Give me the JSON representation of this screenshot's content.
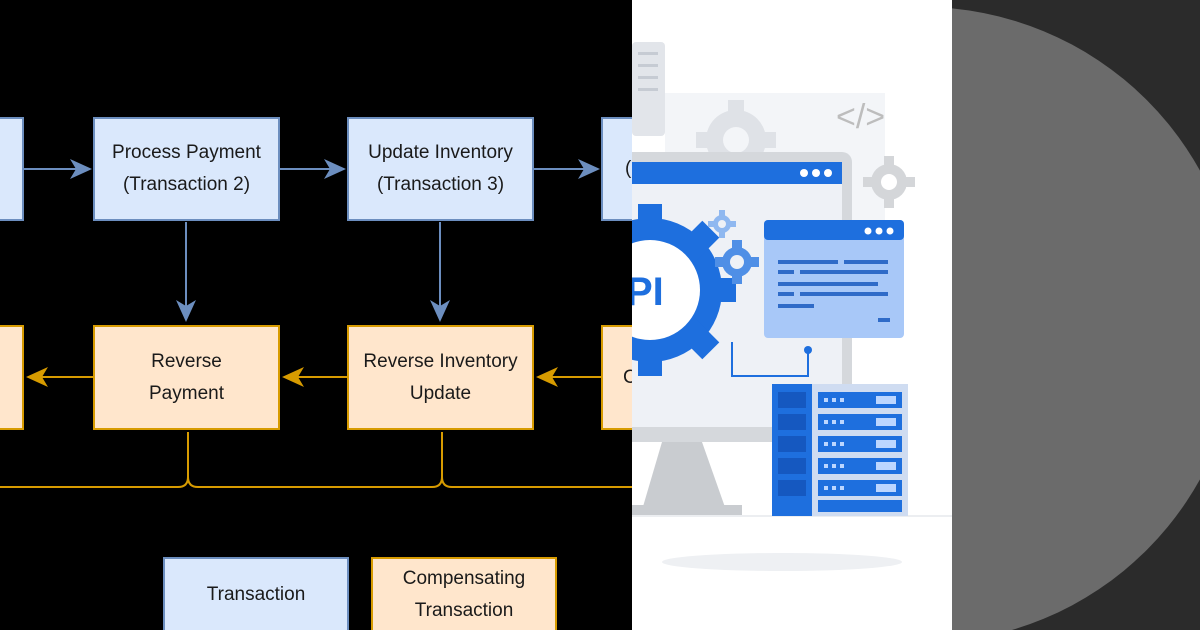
{
  "diagram": {
    "transactions": [
      {
        "label": "Process Payment\n(Transaction 2)"
      },
      {
        "label": "Update Inventory\n(Transaction 3)"
      },
      {
        "label": "("
      }
    ],
    "compensations": [
      {
        "label": "Reverse\nPayment"
      },
      {
        "label": "Reverse Inventory\nUpdate"
      },
      {
        "label": "C"
      }
    ],
    "legend": {
      "transaction": "Transaction",
      "compensating": "Compensating\nTransaction"
    },
    "colors": {
      "transaction_fill": "#dae8fc",
      "transaction_stroke": "#6c8ebf",
      "comp_fill": "#ffe6cc",
      "comp_stroke": "#d79b00"
    }
  },
  "illustration": {
    "code_tag": "</>",
    "gear_text": "PI"
  }
}
